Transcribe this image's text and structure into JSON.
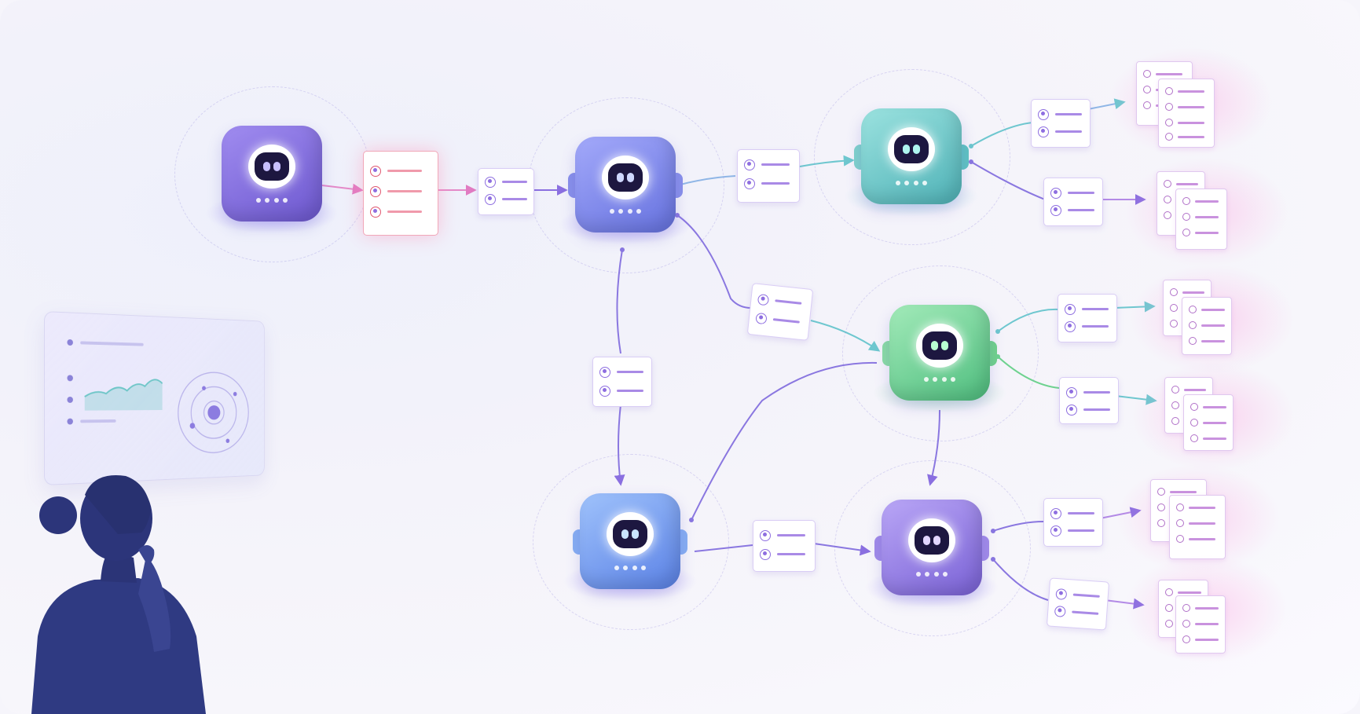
{
  "colors": {
    "accent": "#8e6ee0",
    "wire": "#8a77e0",
    "wire_green": "#6ed28f",
    "wire_teal": "#6ec7cf",
    "person": "#2f3a82"
  },
  "agents": [
    {
      "id": "agent-source",
      "color": "#7e69d9",
      "eye": "#c8c0ff"
    },
    {
      "id": "agent-hub",
      "color": "#7d84ea",
      "eye": "#cfd8ff"
    },
    {
      "id": "agent-teal",
      "color": "#5cc4c0",
      "eye": "#aef5ef"
    },
    {
      "id": "agent-green",
      "color": "#5ed091",
      "eye": "#b7ffd0"
    },
    {
      "id": "agent-blue",
      "color": "#5f8ef0",
      "eye": "#c9e4ff"
    },
    {
      "id": "agent-purple",
      "color": "#8c73e0",
      "eye": "#e2d6ff"
    }
  ],
  "icons": [
    "robot-icon",
    "user-record-icon",
    "document-stack-icon",
    "dashboard-chart-icon",
    "radar-icon",
    "person-icon"
  ]
}
